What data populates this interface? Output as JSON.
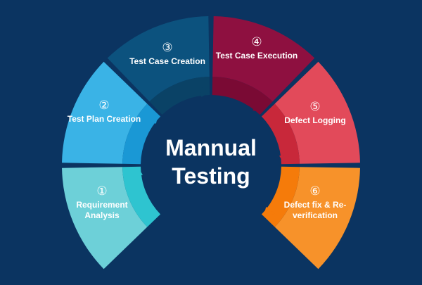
{
  "title": {
    "line1": "Mannual",
    "line2": "Testing"
  },
  "steps": [
    {
      "number": "①",
      "label": "Requirement Analysis",
      "color": "#6dd0d8",
      "inner": "#2ec4d0"
    },
    {
      "number": "②",
      "label": "Test Plan Creation",
      "color": "#3ab3e6",
      "inner": "#1a98d5"
    },
    {
      "number": "③",
      "label": "Test Case Creation",
      "color": "#0c527e",
      "inner": "#0a4266"
    },
    {
      "number": "④",
      "label": "Test Case Execution",
      "color": "#8e1040",
      "inner": "#7a0a34"
    },
    {
      "number": "⑤",
      "label": "Defect Logging",
      "color": "#e24a5a",
      "inner": "#c8283a"
    },
    {
      "number": "⑥",
      "label": "Defect fix & Re-verification",
      "color": "#f7922a",
      "inner": "#f57b0a"
    }
  ]
}
